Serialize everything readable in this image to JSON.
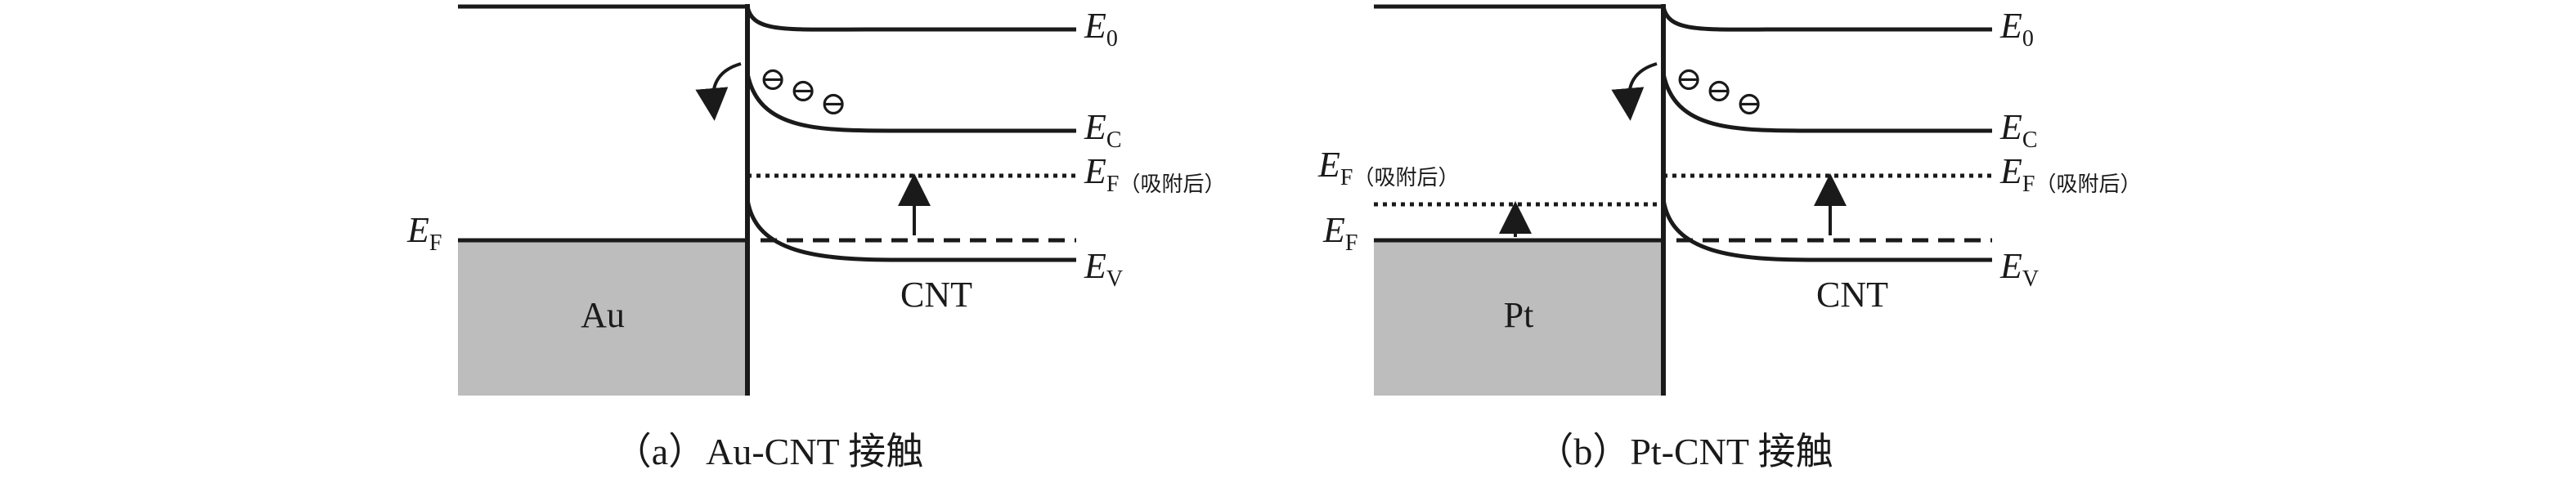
{
  "panels": [
    {
      "metal": "Au",
      "semiconductor": "CNT",
      "levels": {
        "E0": {
          "symbol": "E",
          "sub": "0"
        },
        "EC": {
          "symbol": "E",
          "sub": "C"
        },
        "EF_after": {
          "symbol": "E",
          "sub": "F",
          "note": "（吸附后）"
        },
        "EV": {
          "symbol": "E",
          "sub": "V"
        },
        "EF_metal": {
          "symbol": "E",
          "sub": "F"
        }
      },
      "electrons": [
        "⊖",
        "⊖",
        "⊖"
      ],
      "caption": "（a）Au-CNT 接触"
    },
    {
      "metal": "Pt",
      "semiconductor": "CNT",
      "levels": {
        "E0": {
          "symbol": "E",
          "sub": "0"
        },
        "EC": {
          "symbol": "E",
          "sub": "C"
        },
        "EF_after": {
          "symbol": "E",
          "sub": "F",
          "note": "（吸附后）"
        },
        "EF_metal_after": {
          "symbol": "E",
          "sub": "F",
          "note": "（吸附后）"
        },
        "EV": {
          "symbol": "E",
          "sub": "V"
        },
        "EF_metal": {
          "symbol": "E",
          "sub": "F"
        }
      },
      "electrons": [
        "⊖",
        "⊖",
        "⊖"
      ],
      "caption": "（b）Pt-CNT 接触"
    }
  ],
  "colors": {
    "line": "#1a1a1a",
    "metal_fill": "#bdbdbd"
  }
}
